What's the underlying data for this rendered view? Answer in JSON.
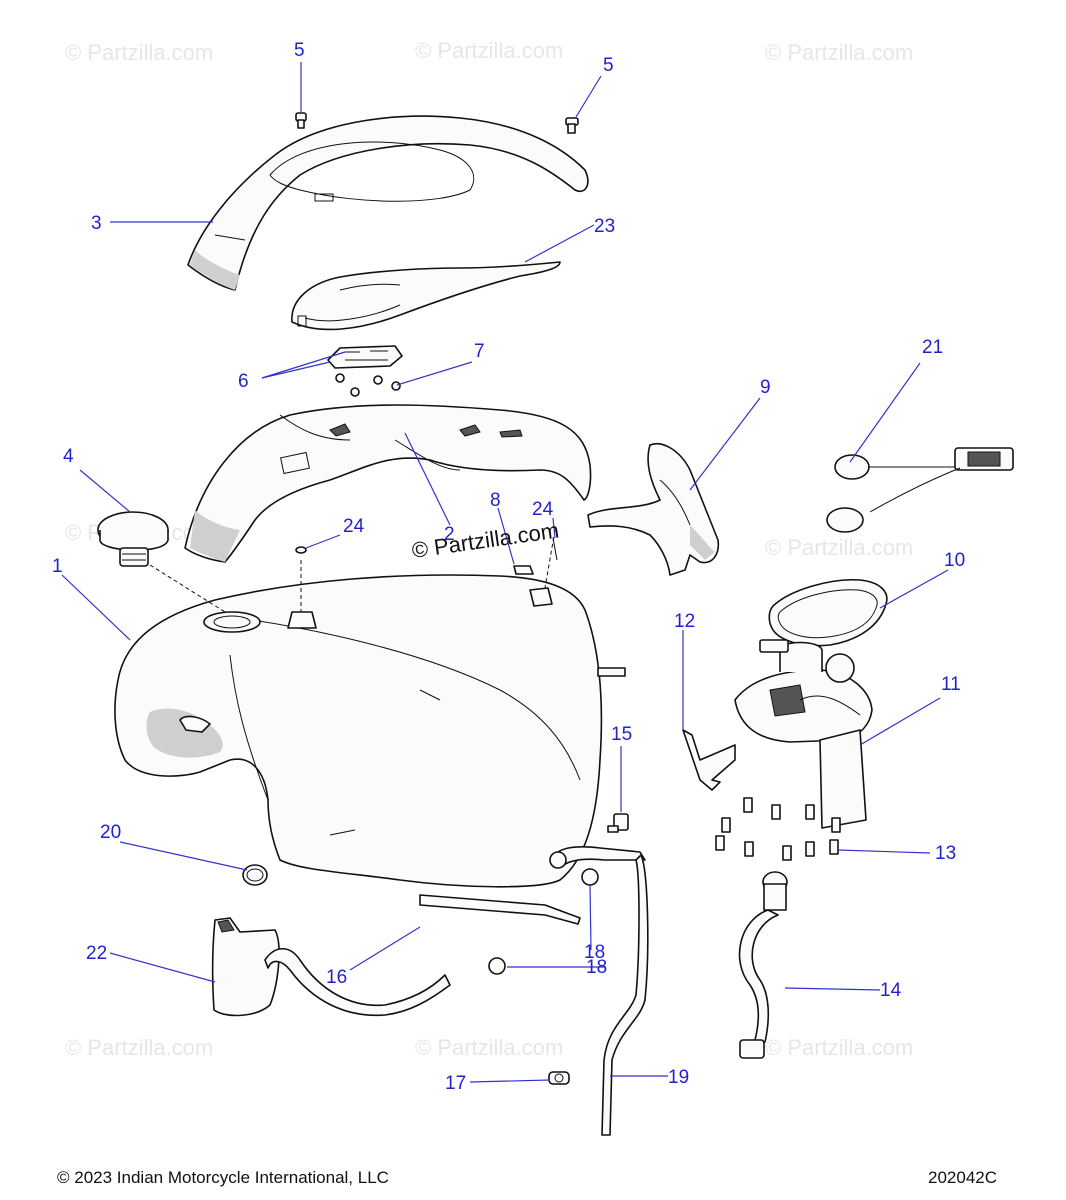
{
  "watermark": "© Partzilla.com",
  "center_watermark": "© Partzilla.com",
  "footer": {
    "copyright": "© 2023 Indian Motorcycle International, LLC",
    "code": "202042C"
  },
  "callouts": [
    "5",
    "5",
    "3",
    "23",
    "6",
    "7",
    "21",
    "9",
    "4",
    "24",
    "2",
    "8",
    "24",
    "1",
    "10",
    "12",
    "11",
    "15",
    "20",
    "13",
    "18",
    "16",
    "14",
    "22",
    "17",
    "19"
  ]
}
